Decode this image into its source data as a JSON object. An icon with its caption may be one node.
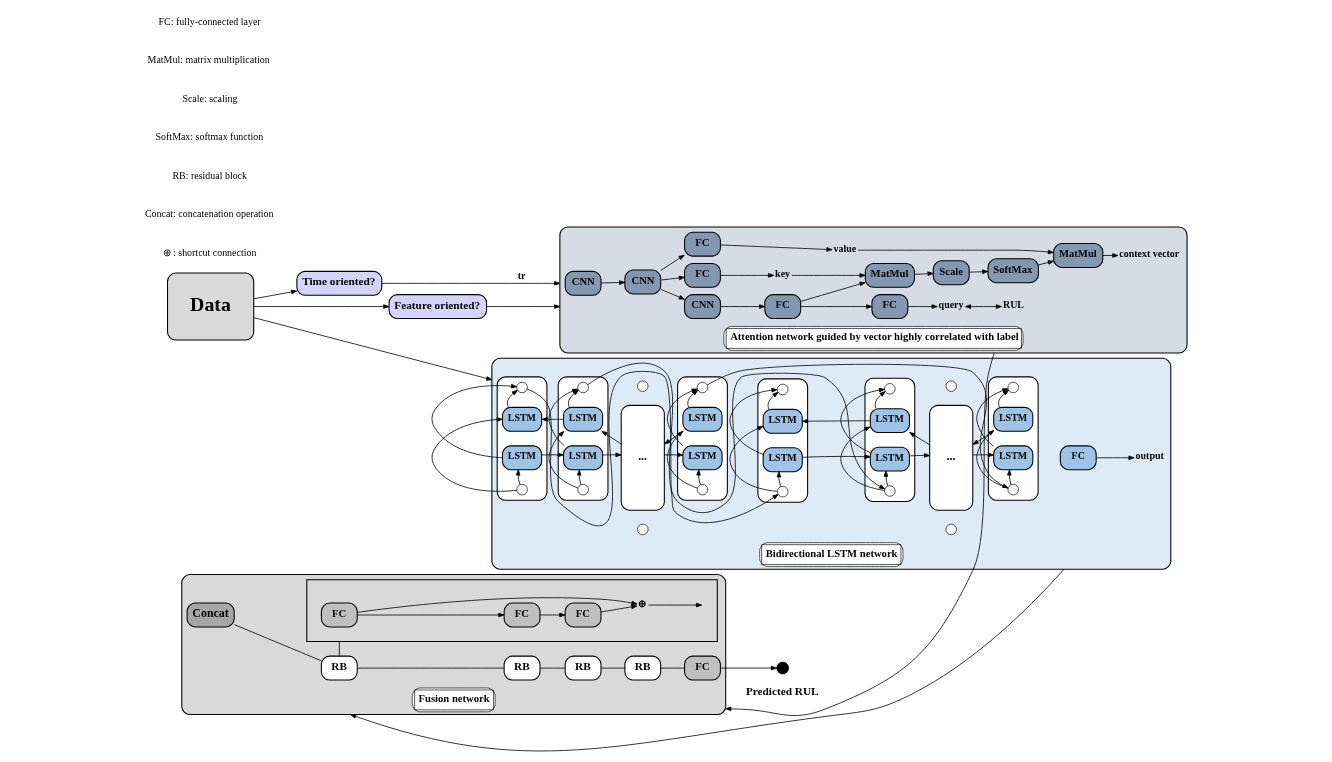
{
  "diagram": {
    "nodes": [
      {
        "text": [
          "Data"
        ]
      },
      {
        "text": [
          "Time oriented?"
        ]
      },
      {
        "text": [
          "Feature oriented?"
        ]
      },
      {
        "text": [
          "Attention network guided by vector highly correlated with label"
        ]
      },
      {
        "text": [
          "CNN"
        ],
        "in": 3
      },
      {
        "text": [
          "CNN"
        ],
        "in": 3
      },
      {
        "text": [
          "FC"
        ],
        "in": 3
      },
      {
        "text": [
          "FC"
        ],
        "in": 3
      },
      {
        "text": [
          "CNN"
        ],
        "in": 3
      },
      {
        "text": [
          "FC"
        ],
        "in": 3
      },
      {
        "text": [
          "value"
        ],
        "in": 3
      },
      {
        "text": [
          "key"
        ],
        "in": 3
      },
      {
        "text": [
          "MatMul"
        ],
        "in": 3
      },
      {
        "text": [
          "Scale"
        ],
        "in": 3
      },
      {
        "text": [
          "SoftMax"
        ],
        "in": 3
      },
      {
        "text": [
          "MatMul"
        ],
        "in": 3
      },
      {
        "text": [
          "context vector"
        ],
        "in": 3
      },
      {
        "text": [
          "FC"
        ],
        "in": 3
      },
      {
        "text": [
          "query"
        ],
        "in": 3
      },
      {
        "text": [
          "RUL"
        ],
        "in": 3
      },
      {
        "text": [
          "Bidirectional LSTM network"
        ]
      },
      {
        "text": [],
        "shape": "box",
        "in": 20
      },
      {
        "text": [],
        "shape": "circle",
        "in": 21
      },
      {
        "text": [
          "LSTM"
        ],
        "in": 21
      },
      {
        "text": [
          "LSTM"
        ],
        "in": 21
      },
      {
        "text": [],
        "shape": "circle",
        "in": 21
      },
      {
        "text": [],
        "shape": "box",
        "in": 20
      },
      {
        "text": [],
        "shape": "circle",
        "in": 26
      },
      {
        "text": [
          "LSTM"
        ],
        "in": 26
      },
      {
        "text": [
          "LSTM"
        ],
        "in": 26
      },
      {
        "text": [],
        "shape": "circle",
        "in": 26
      },
      {
        "text": [
          "..."
        ],
        "in": 20
      },
      {
        "text": [],
        "shape": "circle",
        "in": 20
      },
      {
        "text": [],
        "shape": "circle",
        "in": 20
      },
      {
        "text": [],
        "shape": "box",
        "in": 20
      },
      {
        "text": [],
        "shape": "circle",
        "in": 34
      },
      {
        "text": [
          "LSTM"
        ],
        "in": 34
      },
      {
        "text": [
          "LSTM"
        ],
        "in": 34
      },
      {
        "text": [],
        "shape": "circle",
        "in": 34
      },
      {
        "text": [],
        "shape": "box",
        "in": 20
      },
      {
        "text": [],
        "shape": "circle",
        "in": 39
      },
      {
        "text": [
          "LSTM"
        ],
        "in": 39
      },
      {
        "text": [
          "LSTM"
        ],
        "in": 39
      },
      {
        "text": [],
        "shape": "circle",
        "in": 39
      },
      {
        "text": [],
        "shape": "box",
        "in": 20
      },
      {
        "text": [],
        "shape": "circle",
        "in": 44
      },
      {
        "text": [
          "LSTM"
        ],
        "in": 44
      },
      {
        "text": [
          "LSTM"
        ],
        "in": 44
      },
      {
        "text": [],
        "shape": "circle",
        "in": 44
      },
      {
        "text": [
          "..."
        ],
        "in": 20
      },
      {
        "text": [],
        "shape": "circle",
        "in": 20
      },
      {
        "text": [],
        "shape": "circle",
        "in": 20
      },
      {
        "text": [],
        "shape": "box",
        "in": 20
      },
      {
        "text": [],
        "shape": "circle",
        "in": 52
      },
      {
        "text": [
          "LSTM"
        ],
        "in": 52
      },
      {
        "text": [
          "LSTM"
        ],
        "in": 52
      },
      {
        "text": [],
        "shape": "circle",
        "in": 52
      },
      {
        "text": [
          "FC"
        ],
        "in": 20
      },
      {
        "text": [
          "output"
        ],
        "in": 20
      },
      {
        "text": [
          "Fusion network"
        ]
      },
      {
        "text": [
          "Concat"
        ],
        "in": 59
      },
      {
        "text": [
          "RB"
        ],
        "in": 59
      },
      {
        "text": [
          "RB"
        ],
        "in": 59
      },
      {
        "text": [
          "RB"
        ],
        "in": 59
      },
      {
        "text": [
          "RB"
        ],
        "in": 59
      },
      {
        "text": [
          "FC"
        ],
        "in": 59
      },
      {
        "text": [],
        "shape": "circle",
        "beside": [
          "Predicted RUL"
        ]
      },
      {
        "text": [],
        "shape": "box",
        "in": 59
      },
      {
        "text": [
          "FC"
        ],
        "in": 67
      },
      {
        "text": [
          "FC"
        ],
        "in": 67
      },
      {
        "text": [
          "FC"
        ],
        "in": 67
      },
      {
        "text": [
          "⊕"
        ],
        "in": 67
      }
    ],
    "edges": [
      {
        "from": 0,
        "to": 1,
        "arrow": "to"
      },
      {
        "from": 0,
        "to": 2,
        "arrow": "to"
      },
      {
        "from": 0,
        "to": 20,
        "arrow": "to"
      },
      {
        "from": 1,
        "to": 3,
        "arrow": "to",
        "label": "tr"
      },
      {
        "from": 2,
        "to": 3,
        "arrow": "to"
      },
      {
        "from": 4,
        "to": 5,
        "arrow": "to"
      },
      {
        "from": 5,
        "to": 6,
        "arrow": "to"
      },
      {
        "from": 5,
        "to": 7,
        "arrow": "to"
      },
      {
        "from": 5,
        "to": 8,
        "arrow": "to"
      },
      {
        "from": 6,
        "to": 10,
        "arrow": "to"
      },
      {
        "from": 7,
        "to": 11,
        "arrow": "to"
      },
      {
        "from": 8,
        "to": 9,
        "arrow": "to"
      },
      {
        "from": 9,
        "to": 17,
        "arrow": "to"
      },
      {
        "from": 9,
        "to": 12,
        "arrow": "to"
      },
      {
        "from": 11,
        "to": 12,
        "arrow": "to"
      },
      {
        "from": 12,
        "to": 13,
        "arrow": "to"
      },
      {
        "from": 13,
        "to": 14,
        "arrow": "to"
      },
      {
        "from": 14,
        "to": 15,
        "arrow": "to"
      },
      {
        "from": 10,
        "to": 15,
        "arrow": "to"
      },
      {
        "from": 15,
        "to": 16,
        "arrow": "to"
      },
      {
        "from": 17,
        "to": 18,
        "arrow": "to"
      },
      {
        "from": 18,
        "to": 19,
        "arrow": "both"
      },
      {
        "from": 25,
        "to": 24,
        "arrow": "to"
      },
      {
        "from": 25,
        "to": 23,
        "arrow": "to"
      },
      {
        "from": 23,
        "to": 22,
        "arrow": "to"
      },
      {
        "from": 24,
        "to": 22,
        "arrow": "to"
      },
      {
        "from": 30,
        "to": 29,
        "arrow": "to"
      },
      {
        "from": 30,
        "to": 28,
        "arrow": "to"
      },
      {
        "from": 28,
        "to": 27,
        "arrow": "to"
      },
      {
        "from": 29,
        "to": 27,
        "arrow": "to"
      },
      {
        "from": 38,
        "to": 37,
        "arrow": "to"
      },
      {
        "from": 38,
        "to": 36,
        "arrow": "to"
      },
      {
        "from": 36,
        "to": 35,
        "arrow": "to"
      },
      {
        "from": 37,
        "to": 35,
        "arrow": "to"
      },
      {
        "from": 43,
        "to": 42,
        "arrow": "to"
      },
      {
        "from": 43,
        "to": 41,
        "arrow": "to"
      },
      {
        "from": 41,
        "to": 40,
        "arrow": "to"
      },
      {
        "from": 42,
        "to": 40,
        "arrow": "to"
      },
      {
        "from": 48,
        "to": 47,
        "arrow": "to"
      },
      {
        "from": 48,
        "to": 46,
        "arrow": "to"
      },
      {
        "from": 46,
        "to": 45,
        "arrow": "to"
      },
      {
        "from": 47,
        "to": 45,
        "arrow": "to"
      },
      {
        "from": 56,
        "to": 55,
        "arrow": "to"
      },
      {
        "from": 56,
        "to": 54,
        "arrow": "to"
      },
      {
        "from": 54,
        "to": 53,
        "arrow": "to"
      },
      {
        "from": 55,
        "to": 53,
        "arrow": "to"
      },
      {
        "from": 24,
        "to": 29,
        "arrow": "to"
      },
      {
        "from": 29,
        "to": 31,
        "arrow": "to"
      },
      {
        "from": 31,
        "to": 37,
        "arrow": "to"
      },
      {
        "from": 28,
        "to": 23,
        "arrow": "to"
      },
      {
        "from": 31,
        "to": 28,
        "arrow": "to"
      },
      {
        "from": 36,
        "to": 31,
        "arrow": "to"
      },
      {
        "from": 42,
        "to": 47,
        "arrow": "to"
      },
      {
        "from": 47,
        "to": 49,
        "arrow": "to"
      },
      {
        "from": 49,
        "to": 55,
        "arrow": "to"
      },
      {
        "from": 46,
        "to": 41,
        "arrow": "to"
      },
      {
        "from": 49,
        "to": 46,
        "arrow": "to"
      },
      {
        "from": 54,
        "to": 49,
        "arrow": "to"
      },
      {
        "from": 22,
        "to": 43,
        "arrow": "to"
      },
      {
        "from": 27,
        "to": 48,
        "arrow": "to"
      },
      {
        "from": 35,
        "to": 56,
        "arrow": "to"
      },
      {
        "from": 57,
        "to": 58,
        "arrow": "to"
      },
      {
        "from": 3,
        "to": 59,
        "arrow": "to"
      },
      {
        "from": 20,
        "to": 59,
        "arrow": "to"
      },
      {
        "from": 60,
        "to": 61,
        "arrow": "none"
      },
      {
        "from": 61,
        "to": 62,
        "arrow": "none"
      },
      {
        "from": 62,
        "to": 63,
        "arrow": "none"
      },
      {
        "from": 63,
        "to": 64,
        "arrow": "none"
      },
      {
        "from": 64,
        "to": 65,
        "arrow": "none"
      },
      {
        "from": 65,
        "to": 66,
        "arrow": "to"
      },
      {
        "from": 61,
        "to": 67,
        "arrow": "none"
      },
      {
        "from": 68,
        "to": 69,
        "arrow": "to"
      },
      {
        "from": 69,
        "to": 70,
        "arrow": "to"
      },
      {
        "from": 70,
        "to": 71,
        "arrow": "to"
      },
      {
        "from": 68,
        "to": 71,
        "arrow": "to"
      },
      {
        "from": 71,
        "to": null,
        "arrow": "to"
      }
    ],
    "labels": [
      "FC: fully-connected layer",
      "MatMul: matrix multiplication",
      "Scale: scaling",
      "SoftMax: softmax function",
      "RB: residual block",
      "Concat: concatenation operation",
      "⊕ : shortcut connection"
    ]
  }
}
